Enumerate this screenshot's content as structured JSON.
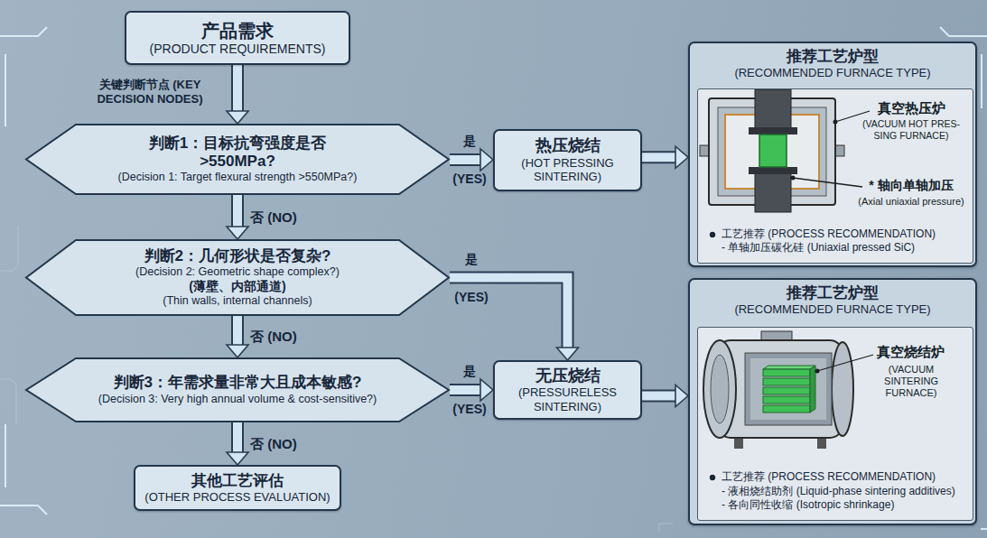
{
  "diagram": {
    "nodes": [
      {
        "text": [
          "产品需求",
          "(PRODUCT REQUIREMENTS)"
        ]
      },
      {
        "text": [
          "判断1：目标抗弯强度是否 >550MPa?",
          "(Decision 1: Target flexural strength >550MPa?)"
        ]
      },
      {
        "text": [
          "热压烧结",
          "(HOT PRESSING SINTERING)"
        ]
      },
      {
        "text": [
          "推荐工艺炉型",
          "(RECOMMENDED FURNACE TYPE)"
        ]
      },
      {
        "text": [
          "工艺推荐 (PROCESS RECOMMENDATION)",
          "- 单轴加压碳化硅 (Uniaxial pressed SiC)"
        ],
        "in": 3
      },
      {
        "text": [
          "判断2：几何形状是否复杂?",
          "(Decision 2: Geometric shape complex?)",
          "(薄壁、内部通道)",
          "(Thin walls, internal channels)"
        ]
      },
      {
        "text": [
          "判断3：年需求量非常大且成本敏感?",
          "(Decision 3: Very high annual volume & cost-sensitive?)"
        ]
      },
      {
        "text": [
          "无压烧结",
          "(PRESSURELESS SINTERING)"
        ]
      },
      {
        "text": [
          "推荐工艺炉型",
          "(RECOMMENDED FURNACE TYPE)"
        ]
      },
      {
        "text": [
          "工艺推荐 (PROCESS RECOMMENDATION)",
          "- 液相烧结助剂 (Liquid-phase sintering additives)",
          "- 各向同性收缩 (Isotropic shrinkage)"
        ],
        "in": 8
      },
      {
        "text": [
          "其他工艺评估",
          "(OTHER PROCESS EVALUATION)"
        ]
      }
    ],
    "edges": [
      {
        "from": 0,
        "to": 1,
        "arrow": "to",
        "label": "关键判断节点 (KEY DECISION NODES)"
      },
      {
        "from": 1,
        "to": 2,
        "arrow": "to",
        "label": "是 (YES)"
      },
      {
        "from": 1,
        "to": 5,
        "arrow": "to",
        "label": "否 (NO)"
      },
      {
        "from": 2,
        "to": 3,
        "arrow": "to"
      },
      {
        "from": 5,
        "to": 7,
        "arrow": "to",
        "label": "是 (YES)"
      },
      {
        "from": 5,
        "to": 6,
        "arrow": "to",
        "label": "否 (NO)"
      },
      {
        "from": 6,
        "to": 7,
        "arrow": "to",
        "label": "是 (YES)"
      },
      {
        "from": 6,
        "to": 10,
        "arrow": "to",
        "label": "否 (NO)"
      },
      {
        "from": 7,
        "to": 8,
        "arrow": "to"
      }
    ],
    "labels": [
      "真空热压炉",
      "(VACUUM HOT PRES- SING FURNACE)",
      "* 轴向单轴加压",
      "(Axial uniaxial pressure)",
      "真空烧结炉",
      "(VACUUM SINTERING FURNACE)"
    ]
  }
}
